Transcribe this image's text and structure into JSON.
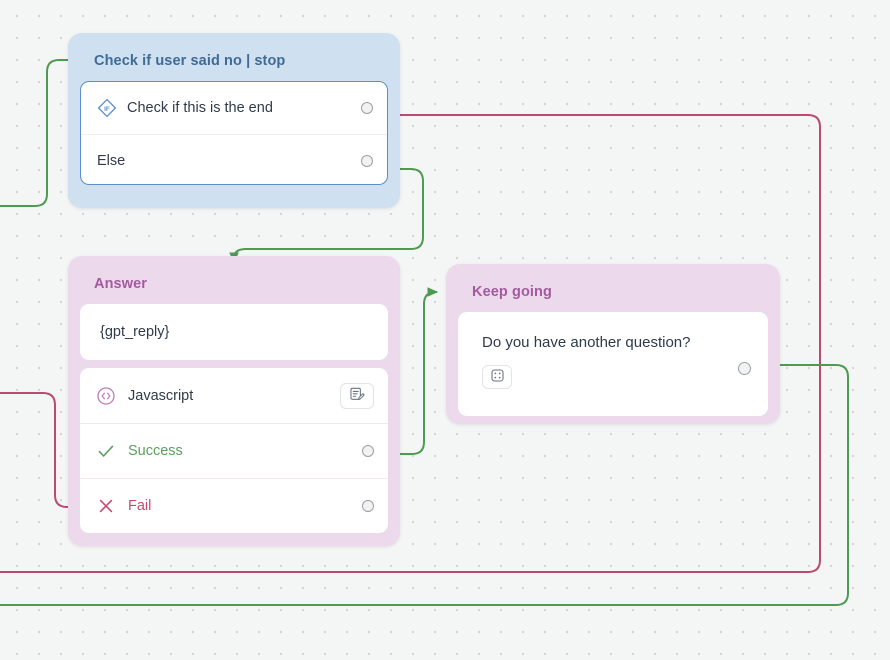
{
  "canvas": {
    "background_color": "#f4f6f5",
    "dot_color": "#d8d2d6",
    "dot_spacing": 22
  },
  "colors": {
    "if_node_bg": "#cfe0f0",
    "if_node_title": "#3f6b95",
    "if_body_border": "#5a8fc8",
    "purple_node_bg": "#ecd9ec",
    "purple_node_title": "#a45a9e",
    "edge_green": "#4f9a52",
    "edge_pink": "#b94a72",
    "success_text": "#5aa05c",
    "fail_text": "#c84a6e",
    "javascript_icon": "#c07ab8",
    "handle_border": "#9aa0a6"
  },
  "nodes": [
    {
      "id": "check-if-user-said-no",
      "type": "if",
      "title": "Check if user said no | stop",
      "rows": [
        {
          "label": "Check if this is the end",
          "icon": "if-diamond-icon",
          "has_handle": true
        },
        {
          "label": "Else",
          "icon": null,
          "has_handle": true
        }
      ]
    },
    {
      "id": "answer",
      "type": "message",
      "title": "Answer",
      "message": "{gpt_reply}",
      "rows": [
        {
          "label": "Javascript",
          "icon": "code-circle-icon",
          "has_handle": false,
          "button": "edit-note-icon"
        },
        {
          "label": "Success",
          "icon": "check-icon",
          "has_handle": true
        },
        {
          "label": "Fail",
          "icon": "cross-icon",
          "has_handle": true
        }
      ]
    },
    {
      "id": "keep-going",
      "type": "question",
      "title": "Keep going",
      "message": "Do you have another question?",
      "attachment_button": "image-placeholder-icon",
      "has_handle": true
    }
  ],
  "icons": {
    "if_diamond": "if-diamond-icon",
    "code_circle": "code-circle-icon",
    "check": "check-icon",
    "cross": "cross-icon",
    "edit_note": "edit-note-icon",
    "image_placeholder": "image-placeholder-icon"
  }
}
